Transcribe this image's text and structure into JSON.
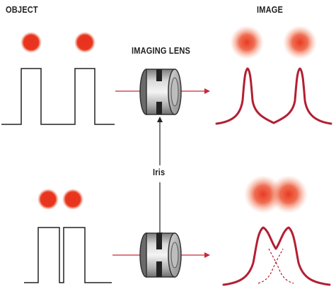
{
  "labels": {
    "object": "OBJECT",
    "image": "IMAGE",
    "imaging_lens": "IMAGING LENS",
    "iris": "Iris"
  },
  "colors": {
    "spot": "#e8321e",
    "arrow": "#c62a37",
    "image_curve": "#b31f33",
    "line": "#222222",
    "lens_body": "#9a9a9a"
  }
}
